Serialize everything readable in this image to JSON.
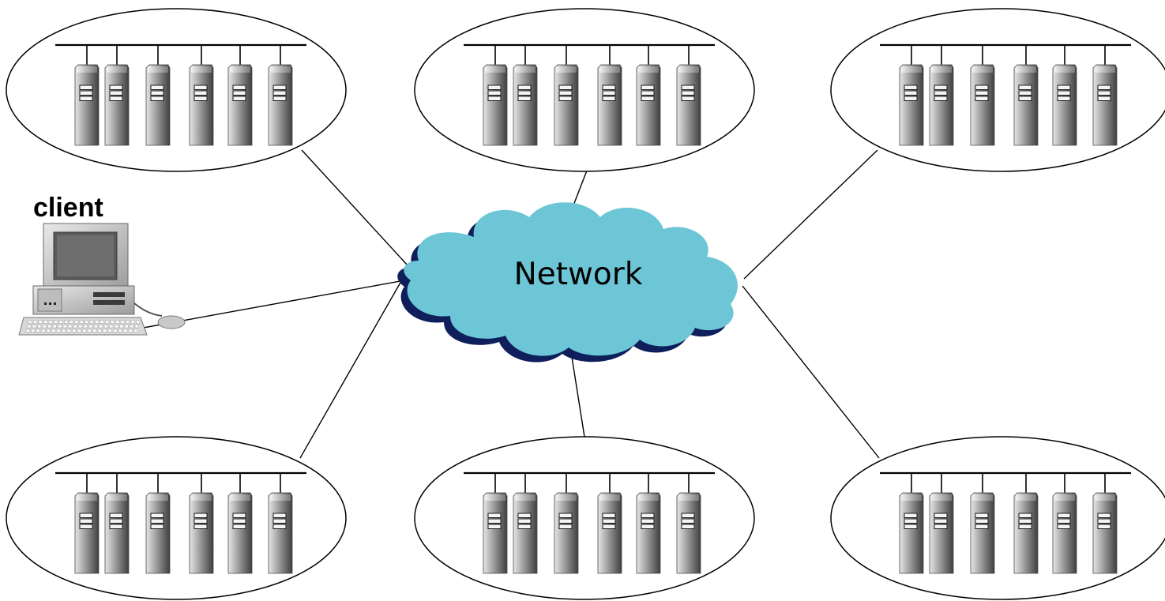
{
  "diagram": {
    "cloud_label": "Network",
    "client_label": "client",
    "clusters": [
      {
        "id": "top-left",
        "servers": 6
      },
      {
        "id": "top-center",
        "servers": 6
      },
      {
        "id": "top-right",
        "servers": 6
      },
      {
        "id": "bottom-left",
        "servers": 6
      },
      {
        "id": "bottom-center",
        "servers": 6
      },
      {
        "id": "bottom-right",
        "servers": 6
      }
    ],
    "colors": {
      "cloud_fill": "#6CC6D6",
      "cloud_shadow": "#0E1F5B",
      "server_light": "#DCDCDC",
      "server_dark": "#4A4A4A",
      "line": "#000000"
    }
  }
}
